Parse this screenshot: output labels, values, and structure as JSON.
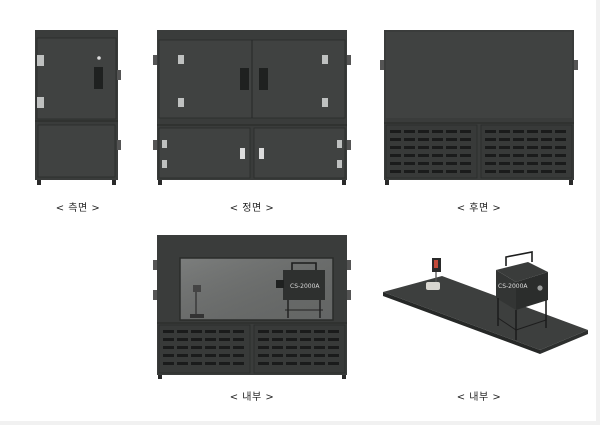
{
  "captions": {
    "side": "< 측면 >",
    "front": "< 정면 >",
    "rear": "< 후면 >",
    "interior_1": "< 내부 >",
    "interior_2": "< 내부 >"
  },
  "labels": {
    "device_1": "CS-2000A",
    "device_2": "CS-2000A"
  },
  "colors": {
    "cabinet": "#3a3c3b",
    "cabinet_dark": "#2b2d2c",
    "panel": "#414342",
    "seam": "#222423"
  }
}
